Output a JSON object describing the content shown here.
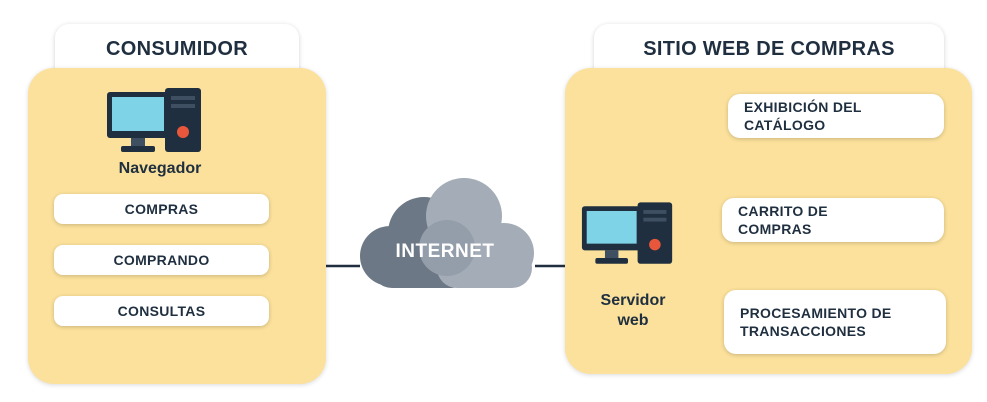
{
  "consumer": {
    "title": "CONSUMIDOR",
    "computer_label": "Navegador",
    "items": [
      "COMPRAS",
      "COMPRANDO",
      "CONSULTAS"
    ]
  },
  "internet": {
    "label": "INTERNET"
  },
  "website": {
    "title": "SITIO WEB DE COMPRAS",
    "server_label": "Servidor\nweb",
    "items": [
      "EXHIBICIÓN DEL\nCATÁLOGO",
      "CARRITO DE\nCOMPRAS",
      "PROCESAMIENTO DE\nTRANSACCIONES"
    ]
  },
  "colors": {
    "panel": "#fbe19b",
    "line": "#1f2f3f",
    "cloud_dark": "#6d7886",
    "cloud_light": "#a4adb7",
    "monitor_screen": "#7fd3e6",
    "accent": "#e8573c"
  },
  "icons": [
    "computer-icon",
    "server-computer-icon",
    "cloud-icon"
  ]
}
